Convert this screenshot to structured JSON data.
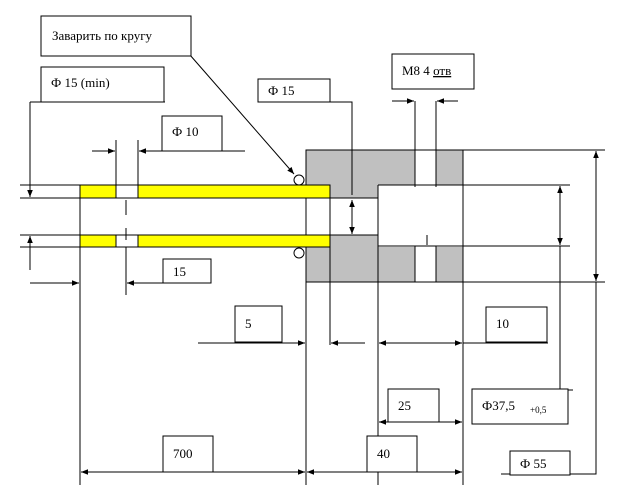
{
  "colors": {
    "tube_fill": "#ffff00",
    "flange_fill": "#c0c0c0",
    "line": "#000000",
    "background": "#ffffff"
  },
  "icons": {
    "weld_marker": "circle-outline",
    "dimension_arrow": "arrowhead"
  },
  "callout": {
    "text": "Заварить по кругу"
  },
  "thread": {
    "prefix": "М8 4 ",
    "suffix": "отв"
  },
  "dimensions": {
    "phi15_min": "Ф 15 (min)",
    "phi15": "Ф 15",
    "phi10": "Ф 10",
    "d15": "15",
    "d5": "5",
    "d10": "10",
    "d25": "25",
    "phi37_main": "Ф37,5",
    "phi37_tol": "+0,5",
    "d700": "700",
    "d40": "40",
    "phi55": "Ф 55"
  }
}
